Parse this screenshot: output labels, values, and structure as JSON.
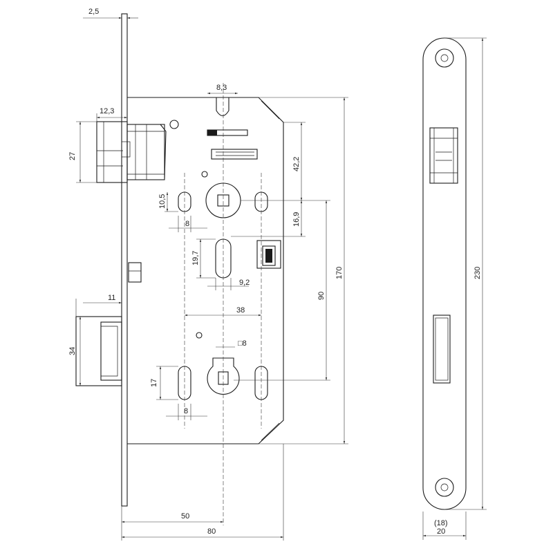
{
  "dimensions": {
    "faceplate_thickness": "2,5",
    "latch_top_gap": "8,3",
    "latch_offset": "12,3",
    "latch_height": "27",
    "top_to_follower": "42,2",
    "follower_to_hole": "16,9",
    "small_hole_height_top": "10,5",
    "small_hole_width_top": "8",
    "slot_height": "19,7",
    "slot_width": "9,2",
    "follower_to_cylinder": "90",
    "case_height": "170",
    "bolt_projection": "11",
    "hole_spacing": "38",
    "square_spindle": "□8",
    "bolt_height": "34",
    "small_hole_height_bottom": "17",
    "small_hole_width_bottom": "8",
    "backset": "50",
    "case_depth": "80",
    "faceplate_length": "230",
    "faceplate_inner_width": "(18)",
    "faceplate_width": "20"
  }
}
